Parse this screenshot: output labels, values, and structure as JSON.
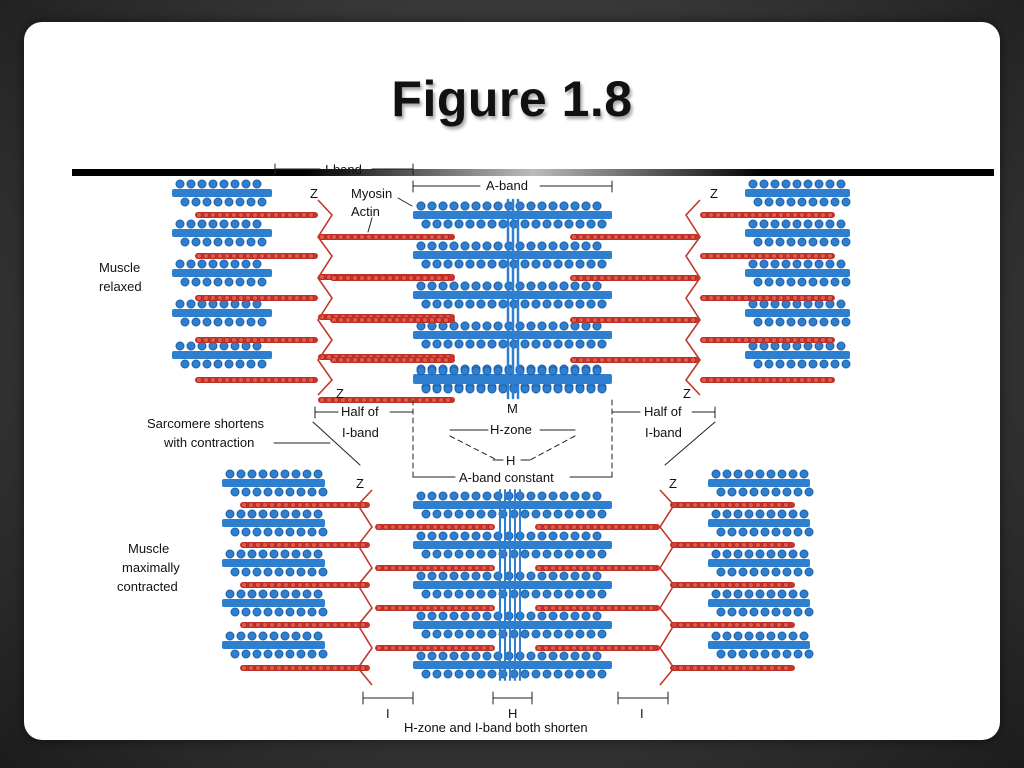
{
  "slide": {
    "title": "Figure 1.8"
  },
  "diagram": {
    "relaxed_label": [
      "Muscle",
      "relaxed"
    ],
    "contracted_label": [
      "Muscle",
      "maximally",
      "contracted"
    ],
    "i_band": "I-band",
    "a_band": "A-band",
    "myosin": "Myosin",
    "actin": "Actin",
    "z": "Z",
    "m": "M",
    "half_of": "Half of",
    "half_i_band": "I-band",
    "h_zone": "H-zone",
    "h": "H",
    "a_band_constant": "A-band constant",
    "sarcomere_note": [
      "Sarcomere shortens",
      "with contraction"
    ],
    "i": "I",
    "bottom_caption": "H-zone and I-band both shorten",
    "colors": {
      "myosin": "#2f7fd0",
      "myosin_dark": "#1d5fa8",
      "actin": "#c8342c",
      "z_line": "#c0392b"
    }
  }
}
